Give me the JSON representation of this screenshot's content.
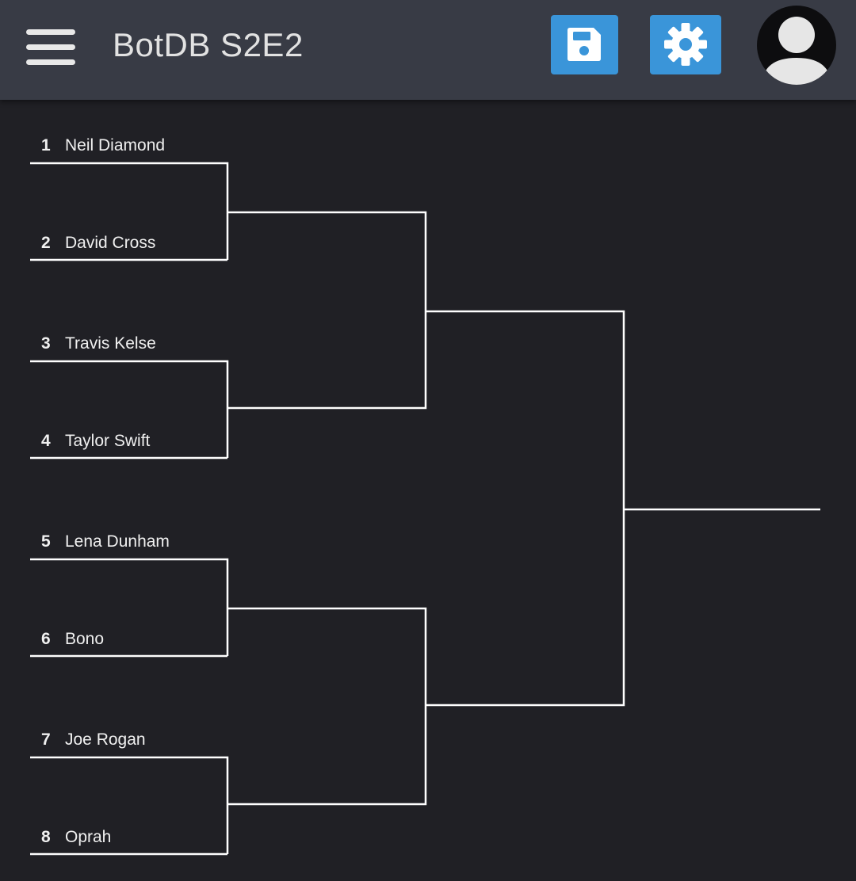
{
  "header": {
    "title": "BotDB S2E2",
    "menu_icon": "hamburger-menu-icon",
    "save_icon": "floppy-disk-icon",
    "settings_icon": "gear-icon",
    "avatar_icon": "user-avatar-icon",
    "bg_color": "#383b45",
    "accent_color": "#3a95d9"
  },
  "bracket": {
    "line_color": "#ffffff",
    "background": "#202025",
    "entrants": [
      {
        "seed": "1",
        "name": "Neil Diamond"
      },
      {
        "seed": "2",
        "name": "David Cross"
      },
      {
        "seed": "3",
        "name": "Travis Kelse"
      },
      {
        "seed": "4",
        "name": "Taylor Swift"
      },
      {
        "seed": "5",
        "name": "Lena Dunham"
      },
      {
        "seed": "6",
        "name": "Bono"
      },
      {
        "seed": "7",
        "name": "Joe Rogan"
      },
      {
        "seed": "8",
        "name": "Oprah"
      }
    ]
  }
}
